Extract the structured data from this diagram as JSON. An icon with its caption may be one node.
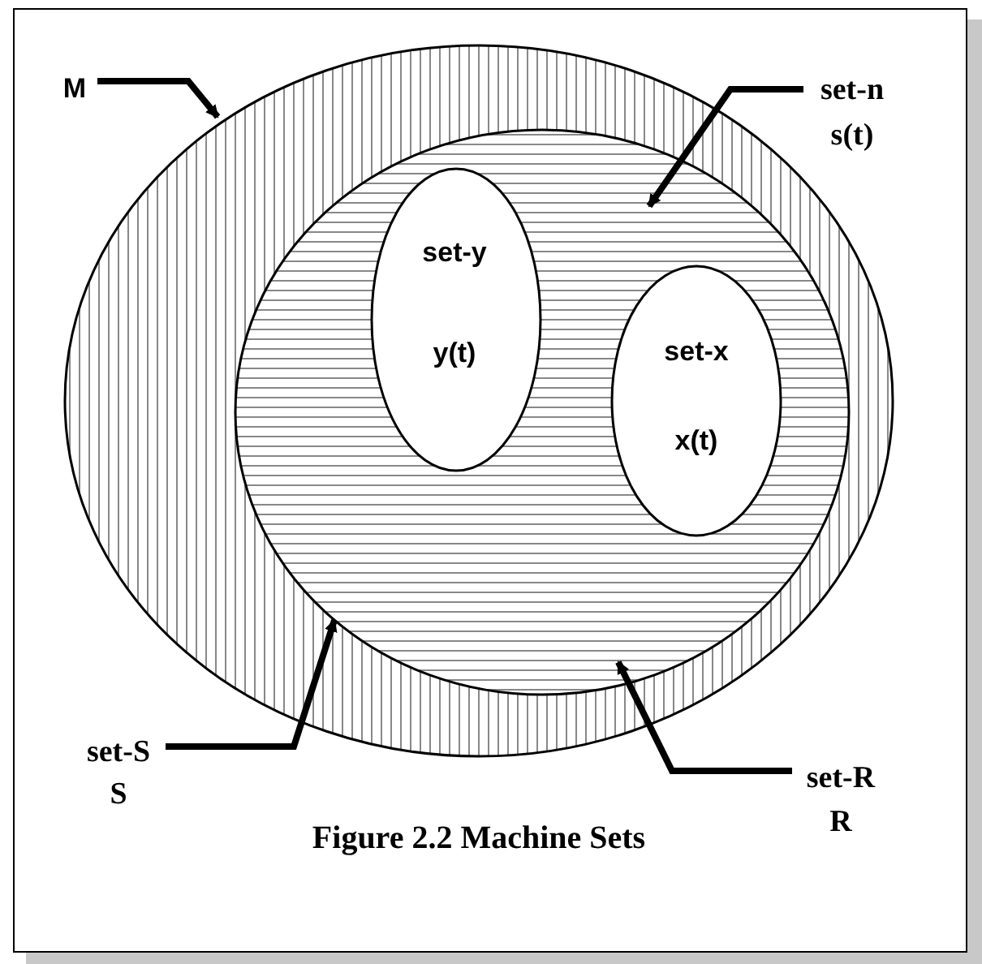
{
  "diagram": {
    "caption": "Figure 2.2 Machine Sets",
    "nodes": [
      {
        "text": [],
        "shape": "ellipse"
      },
      {
        "text": [],
        "shape": "ellipse",
        "in": 0
      },
      {
        "text": [
          "set-y",
          "y(t)"
        ],
        "in": 1
      },
      {
        "text": [
          "set-x",
          "x(t)"
        ],
        "in": 1
      },
      {
        "text": [
          "M"
        ]
      },
      {
        "text": [
          "set-n",
          "s(t)"
        ]
      },
      {
        "text": [
          "set-S",
          "S"
        ]
      },
      {
        "text": [
          "set-R",
          "R"
        ]
      }
    ],
    "edges": [
      {
        "from": 4,
        "to": 0,
        "arrow": "to"
      },
      {
        "from": 5,
        "to": 1,
        "arrow": "to"
      },
      {
        "from": 6,
        "to": 1,
        "arrow": "to"
      },
      {
        "from": 7,
        "to": 0,
        "arrow": "to"
      }
    ]
  }
}
